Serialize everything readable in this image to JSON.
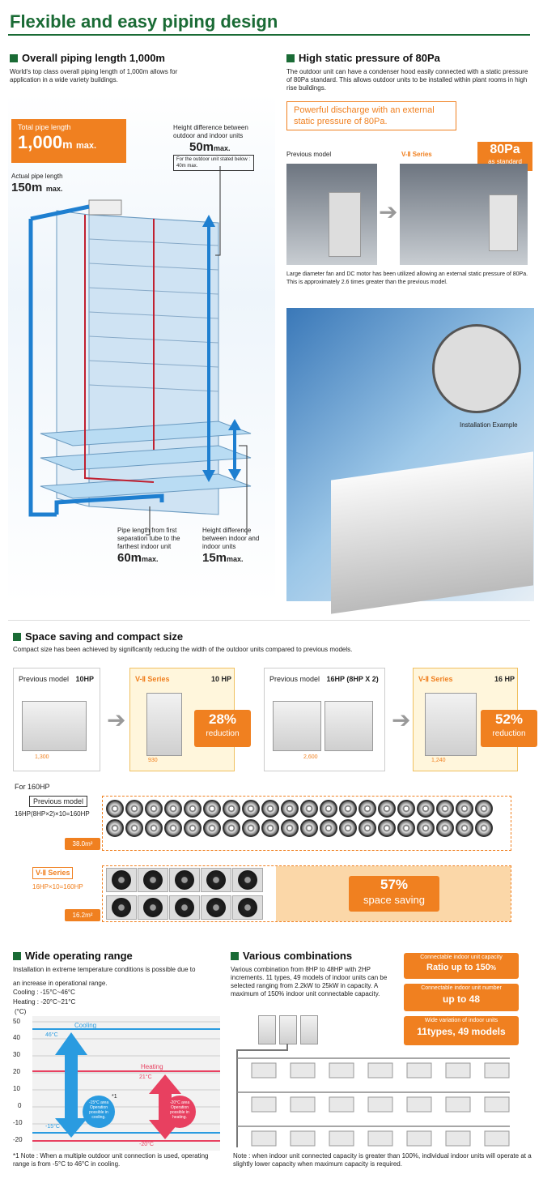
{
  "title": "Flexible and easy piping design",
  "piping": {
    "heading": "Overall piping length 1,000m",
    "desc": "World's top class overall piping length of 1,000m allows for application in a wide variety buildings.",
    "total_label": "Total pipe length",
    "total_value": "1,000",
    "total_unit": "m",
    "total_max": "max.",
    "actual_label": "Actual pipe length",
    "actual_value": "150m",
    "actual_max": "max.",
    "height_label": "Height difference between outdoor and indoor units",
    "height_value": "50m",
    "height_max": "max.",
    "height_note": "For the outdoor unit stated below : 40m max.",
    "sep_label": "Pipe length from first separation tube to the farthest indoor unit",
    "sep_value": "60m",
    "sep_max": "max.",
    "indoor_label": "Height difference between indoor and indoor units",
    "indoor_value": "15m",
    "indoor_max": "max."
  },
  "static": {
    "heading": "High static pressure of 80Pa",
    "desc": "The outdoor unit can have a condenser hood easily connected with a static pressure of 80Pa standard. This allows outdoor units to be installed within plant rooms in high rise buildings.",
    "callout": "Powerful discharge with an external static pressure of 80Pa.",
    "prev_label": "Previous model",
    "series_label": "V-Ⅱ Series",
    "badge_value": "80Pa",
    "badge_sub": "as standard",
    "fan_desc": "Large diameter fan and DC motor has been utilized allowing an external static pressure of 80Pa. This is approximately 2.6 times greater than the previous model.",
    "install_label": "Installation Example"
  },
  "space": {
    "heading": "Space saving and compact size",
    "desc": "Compact size has been achieved by significantly reducing the width of the outdoor units compared to previous models.",
    "panels": [
      {
        "label": "Previous model",
        "hp": "10HP",
        "dim": "1,300"
      },
      {
        "label": "V-Ⅱ Series",
        "hp": "10 HP",
        "dim": "930",
        "pct": "28%",
        "pct_label": "reduction"
      },
      {
        "label": "Previous model",
        "hp": "16HP (8HP X 2)",
        "dim": "2,600"
      },
      {
        "label": "V-Ⅱ Series",
        "hp": "16 HP",
        "dim": "1,240",
        "pct": "52%",
        "pct_label": "reduction"
      }
    ],
    "for_label": "For 160HP",
    "prev_tag": "Previous model",
    "prev_formula": "16HP(8HP×2)×10=160HP",
    "prev_area": "38.0m²",
    "v2_tag": "V-Ⅱ Series",
    "v2_formula": "16HP×10=160HP",
    "v2_area": "16.2m²",
    "saving_pct": "57%",
    "saving_label": "space saving"
  },
  "range": {
    "heading": "Wide operating range",
    "desc1": "Installation in extreme temperature conditions is possible due to",
    "desc2": "an increase in operational range.",
    "cooling": "Cooling : -15°C~46°C",
    "heating": "Heating : -20°C~21°C",
    "unit": "(°C)",
    "ticks": [
      "50",
      "40",
      "30",
      "20",
      "10",
      "0",
      "-10",
      "-20"
    ],
    "cool_label": "Cooling",
    "heat_label": "Heating",
    "cool_top": "46°C",
    "cool_bottom": "-15°C",
    "heat_top": "21°C",
    "heat_bottom": "-20°C",
    "cool_bubble": "-15°C area Operation possible in cooling.",
    "heat_bubble": "-20°C area Operation possible in heating.",
    "star": "*1",
    "note": "*1 Note : When a multiple outdoor unit connection is used, operating range is from -5°C to 46°C in cooling."
  },
  "combos": {
    "heading": "Various combinations",
    "desc": "Various combination from 8HP to 48HP with 2HP increments. 11 types, 49 models of indoor units can be selected ranging from 2.2kW to 25kW in capacity. A maximum of 150% indoor unit connectable capacity.",
    "box1_label": "Connectable indoor unit capacity",
    "box1_value": "Ratio up to 150",
    "box1_pct": "%",
    "box2_label": "Connectable indoor unit number",
    "box2_value": "up to 48",
    "box3_label": "Wide variation of indoor units",
    "box3_value": "11types, 49 models",
    "note": "Note : when indoor unit connected capacity is greater than 100%, individual indoor units will operate at a slightly lower capacity when maximum capacity is required."
  },
  "colors": {
    "green": "#1a6b35",
    "orange": "#f08020",
    "cooling": "#2a9be0",
    "heating": "#e84060"
  }
}
